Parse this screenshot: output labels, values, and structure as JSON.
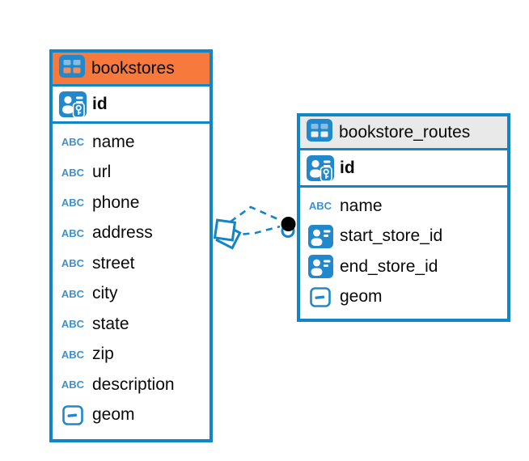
{
  "diagram": {
    "type": "entity-relationship-diagram",
    "background": "#ffffff",
    "accent_color": "#1285C6",
    "type_text_label": "ABC",
    "tables": [
      {
        "name": "bookstores",
        "header_color": "#F7793C",
        "primary_key": {
          "name": "id",
          "icon": "primary-key-icon"
        },
        "columns": [
          {
            "name": "name",
            "icon": "text-type-icon"
          },
          {
            "name": "url",
            "icon": "text-type-icon"
          },
          {
            "name": "phone",
            "icon": "text-type-icon"
          },
          {
            "name": "address",
            "icon": "text-type-icon"
          },
          {
            "name": "street",
            "icon": "text-type-icon"
          },
          {
            "name": "city",
            "icon": "text-type-icon"
          },
          {
            "name": "state",
            "icon": "text-type-icon"
          },
          {
            "name": "zip",
            "icon": "text-type-icon"
          },
          {
            "name": "description",
            "icon": "text-type-icon"
          },
          {
            "name": "geom",
            "icon": "geometry-type-icon"
          }
        ]
      },
      {
        "name": "bookstore_routes",
        "header_color": "#E9E9E9",
        "primary_key": {
          "name": "id",
          "icon": "primary-key-icon"
        },
        "columns": [
          {
            "name": "name",
            "icon": "text-type-icon"
          },
          {
            "name": "start_store_id",
            "icon": "foreign-key-icon"
          },
          {
            "name": "end_store_id",
            "icon": "foreign-key-icon"
          },
          {
            "name": "geom",
            "icon": "geometry-type-icon"
          }
        ]
      }
    ],
    "relationships": [
      {
        "from_table": "bookstores",
        "to_table": "bookstore_routes",
        "line_style": "dashed",
        "from_marker": "diamond",
        "to_marker": "dot"
      },
      {
        "from_table": "bookstores",
        "to_table": "bookstore_routes",
        "line_style": "dashed",
        "from_marker": "diamond",
        "to_marker": "dot"
      }
    ]
  }
}
